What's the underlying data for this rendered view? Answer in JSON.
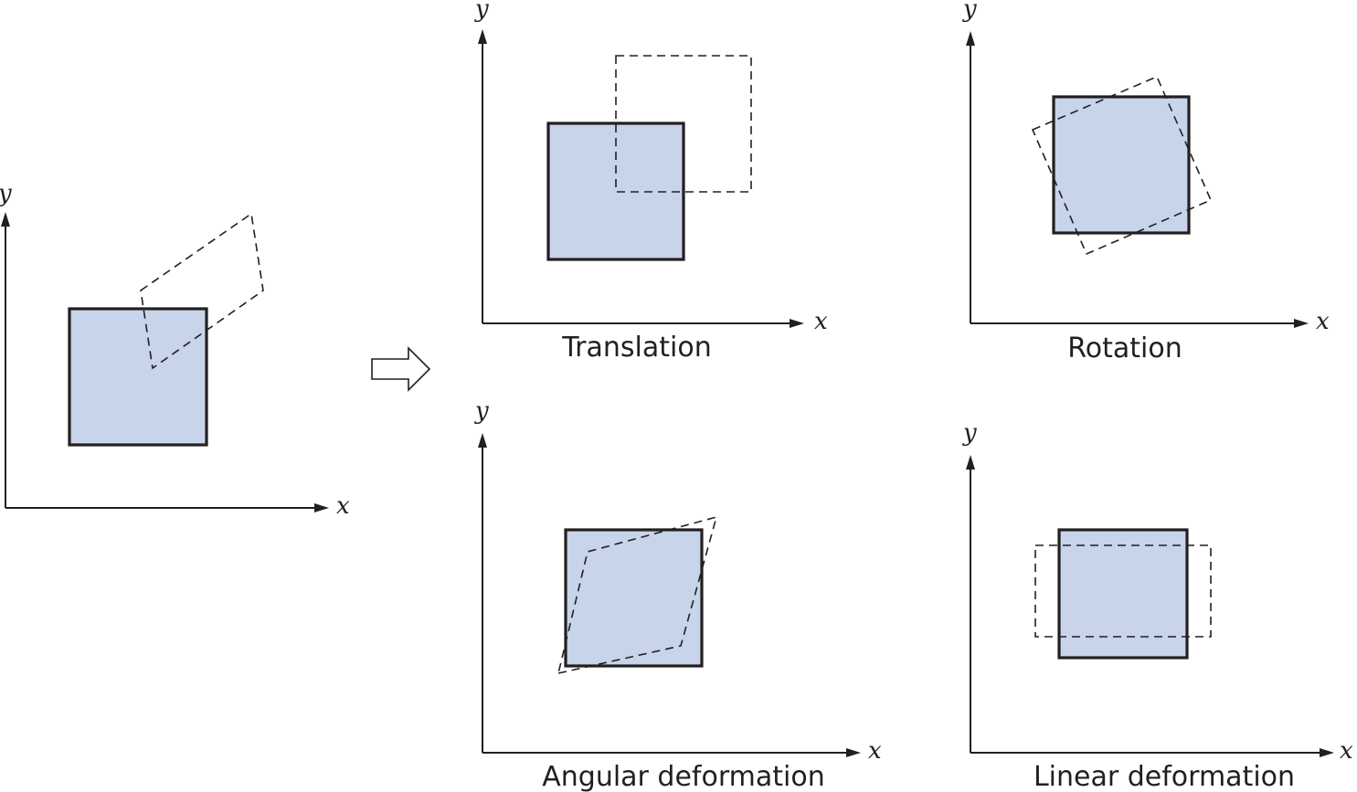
{
  "axes": {
    "x_label": "x",
    "y_label": "y"
  },
  "panels": {
    "translation": {
      "caption": "Translation"
    },
    "rotation": {
      "caption": "Rotation"
    },
    "angular": {
      "caption": "Angular deformation"
    },
    "linear": {
      "caption": "Linear deformation"
    }
  },
  "colors": {
    "square_fill": "#c7d4ea",
    "stroke": "#231f20"
  },
  "icons": {
    "transition_arrow": "hollow-right-arrow-icon"
  }
}
